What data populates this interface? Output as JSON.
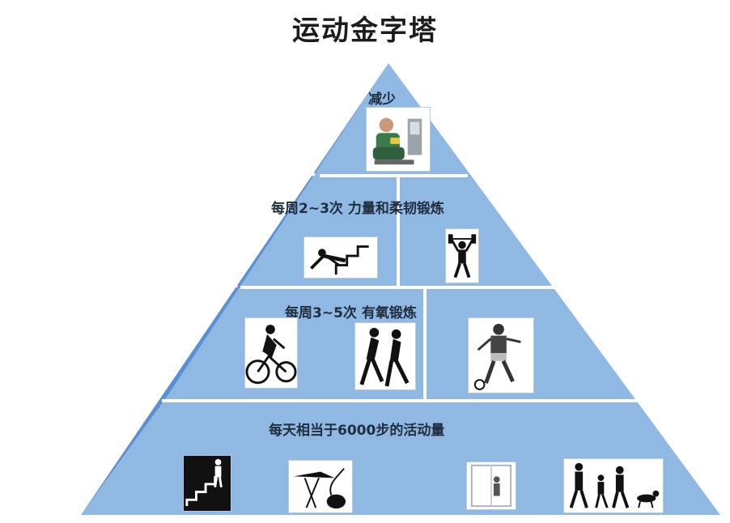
{
  "title": "运动金字塔",
  "colors": {
    "front_face": "#8fb8e3",
    "left_face": "#5a8fd6",
    "divider": "#ffffff",
    "label_text": "#1f2d3d"
  },
  "tiers": [
    {
      "label": "减少",
      "icons": [
        "sedentary-leisure-icon",
        "vending-machine-icon"
      ]
    },
    {
      "label": "每周2~3次 力量和柔韧锻炼",
      "icons": [
        "stretching-on-stairs-icon",
        "weightlifting-icon"
      ]
    },
    {
      "label": "每周3~5次 有氧锻炼",
      "icons": [
        "cycling-icon",
        "running-icon",
        "soccer-icon"
      ]
    },
    {
      "label": "每天相当于6000步的活动量",
      "icons": [
        "climbing-stairs-icon",
        "household-chores-icon",
        "elevator-avoidance-icon",
        "walking-family-dog-icon"
      ]
    }
  ]
}
